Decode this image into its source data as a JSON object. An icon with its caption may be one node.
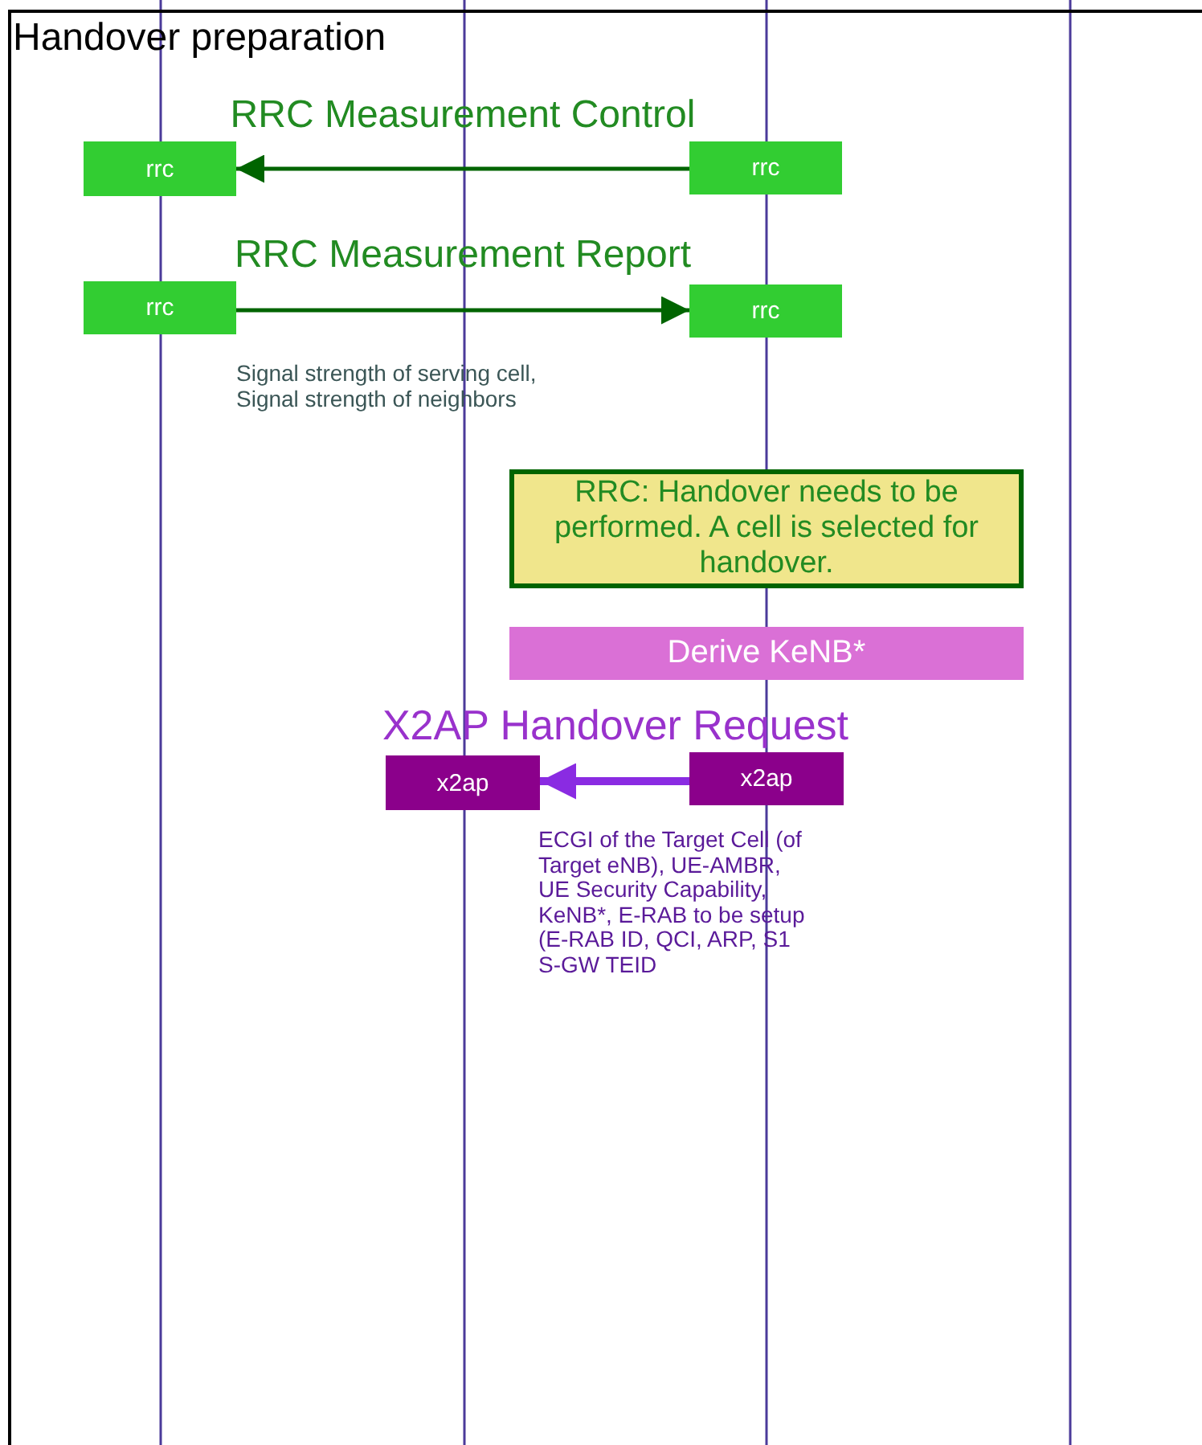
{
  "diagram": {
    "nodes": [
      {
        "text": [
          "Handover preparation"
        ]
      },
      {
        "text": [
          "rrc"
        ],
        "in": 0
      },
      {
        "text": [
          "rrc"
        ],
        "in": 0
      },
      {
        "text": [
          "rrc"
        ],
        "in": 0
      },
      {
        "text": [
          "rrc"
        ],
        "in": 0
      },
      {
        "text": [
          "RRC: Handover needs to be performed. A cell is selected for handover."
        ],
        "in": 0
      },
      {
        "text": [
          "Derive KeNB*"
        ],
        "in": 0
      },
      {
        "text": [
          "x2ap"
        ],
        "in": 0
      },
      {
        "text": [
          "x2ap"
        ],
        "in": 0
      }
    ],
    "edges": [
      {
        "from": 2,
        "to": 1,
        "arrow": "to",
        "label": "RRC Measurement Control"
      },
      {
        "from": 3,
        "to": 4,
        "arrow": "to",
        "label": "RRC Measurement Report"
      },
      {
        "from": 8,
        "to": 7,
        "arrow": "to",
        "label": "X2AP Handover Request",
        "style": "thick",
        "color": "#8a2be2"
      }
    ],
    "labels": [
      "Signal strength of serving cell, Signal strength of neighbors",
      "ECGI of the Target Cell (of Target eNB), UE-AMBR, UE Security Capability, KeNB*, E-RAB to be setup (E-RAB ID, QCI, ARP, S1 S-GW TEID"
    ]
  }
}
